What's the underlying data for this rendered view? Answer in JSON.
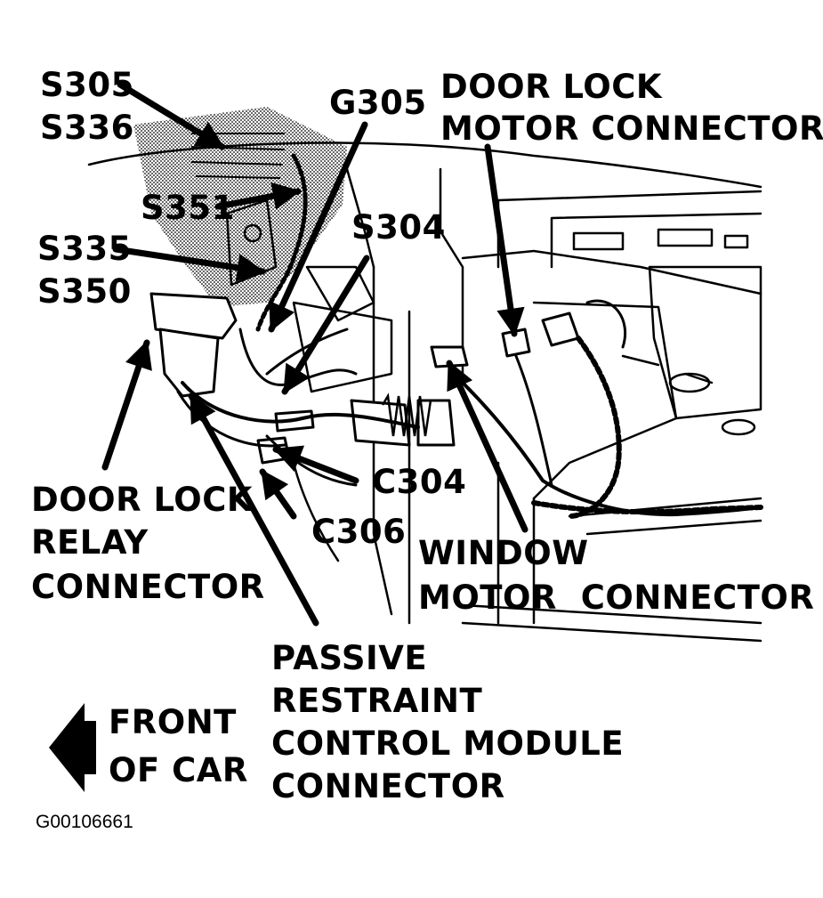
{
  "labels": {
    "s305": "S305",
    "s336": "S336",
    "g305": "G305",
    "s351": "S351",
    "s335": "S335",
    "s350": "S350",
    "s304": "S304",
    "door_lock_motor_1": "DOOR LOCK",
    "door_lock_motor_2": "MOTOR CONNECTOR",
    "door_lock_relay_1": "DOOR LOCK",
    "door_lock_relay_2": "RELAY",
    "door_lock_relay_3": "CONNECTOR",
    "c304": "C304",
    "c306": "C306",
    "window_motor_1": "WINDOW",
    "window_motor_2": "MOTOR  CONNECTOR",
    "prcm_1": "PASSIVE",
    "prcm_2": "RESTRAINT",
    "prcm_3": "CONTROL MODULE",
    "prcm_4": "CONNECTOR",
    "front_1": "FRONT",
    "front_2": "OF CAR"
  },
  "figure_id": "G00106661",
  "icons": {
    "front_arrow": "left-arrow-icon",
    "leader": "callout-arrow-icon"
  },
  "colors": {
    "ink": "#000000",
    "paper": "#ffffff",
    "shade": "#bdbdbd"
  }
}
